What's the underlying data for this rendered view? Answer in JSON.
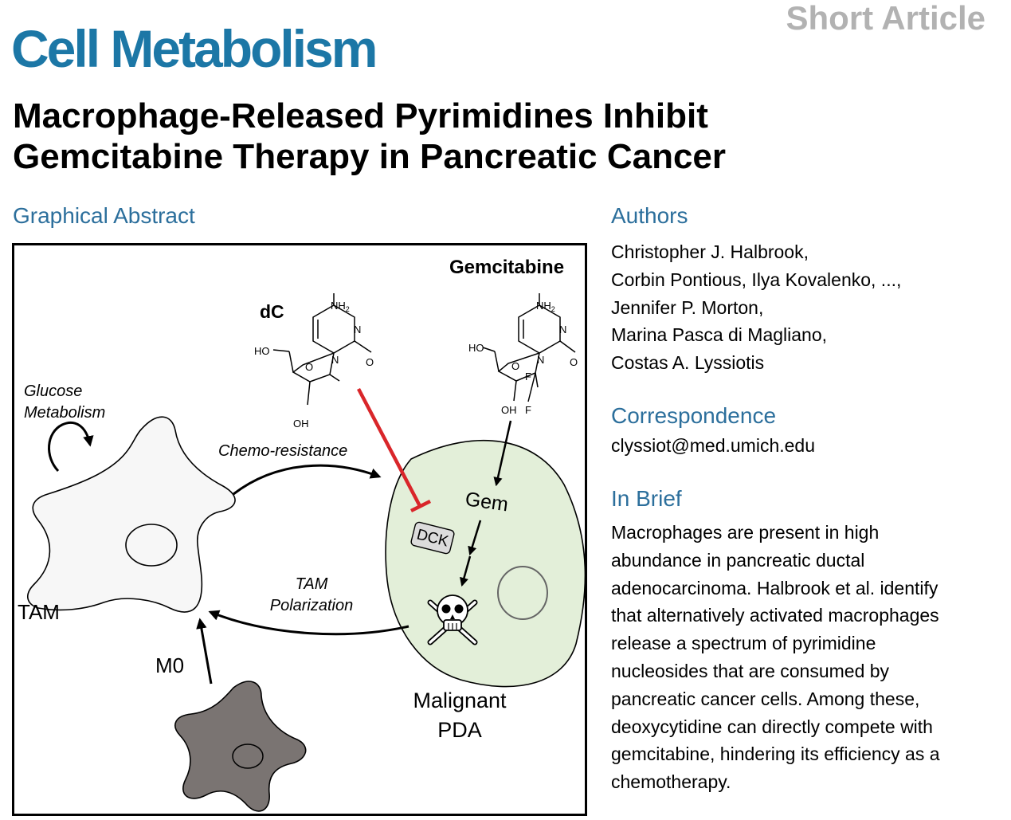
{
  "header": {
    "journal": "Cell Metabolism",
    "article_type": "Short Article",
    "title_lines": [
      "Macrophage-Released Pyrimidines Inhibit",
      "Gemcitabine Therapy in Pancreatic Cancer"
    ]
  },
  "graphical_abstract": {
    "heading": "Graphical Abstract",
    "labels": {
      "gemcitabine": "Gemcitabine",
      "dc": "dC",
      "nh2": "NH",
      "nh2_sub": "2",
      "ho": "HO",
      "oh": "OH",
      "o_ring": "O",
      "o_carbonyl": "O",
      "n": "N",
      "f": "F",
      "glucose": "Glucose",
      "metabolism": "Metabolism",
      "chemo_resistance": "Chemo-resistance",
      "gem": "Gem",
      "dck": "DCK",
      "tam_polarization_1": "TAM",
      "tam_polarization_2": "Polarization",
      "tam": "TAM",
      "m0": "M0",
      "malignant": "Malignant",
      "pda": "PDA"
    },
    "colors": {
      "cancer_cell_fill": "#e3efd9",
      "tam_fill": "#f7f7f7",
      "m0_fill": "#7a7472",
      "inhibition_arrow": "#d9262a",
      "dck_box": "#dcdcdc"
    }
  },
  "authors": {
    "heading": "Authors",
    "lines": [
      "Christopher J. Halbrook,",
      "Corbin Pontious, Ilya Kovalenko, ...,",
      "Jennifer P. Morton,",
      "Marina Pasca di Magliano,",
      "Costas A. Lyssiotis"
    ]
  },
  "correspondence": {
    "heading": "Correspondence",
    "email": "clyssiot@med.umich.edu"
  },
  "in_brief": {
    "heading": "In Brief",
    "lines": [
      "Macrophages are present in high",
      "abundance in pancreatic ductal",
      "adenocarcinoma. Halbrook et al. identify",
      "that alternatively activated macrophages",
      "release a spectrum of pyrimidine",
      "nucleosides that are consumed by",
      "pancreatic cancer cells. Among these,",
      "deoxycytidine can directly compete with",
      "gemcitabine, hindering its efficiency as a",
      "chemotherapy."
    ]
  }
}
